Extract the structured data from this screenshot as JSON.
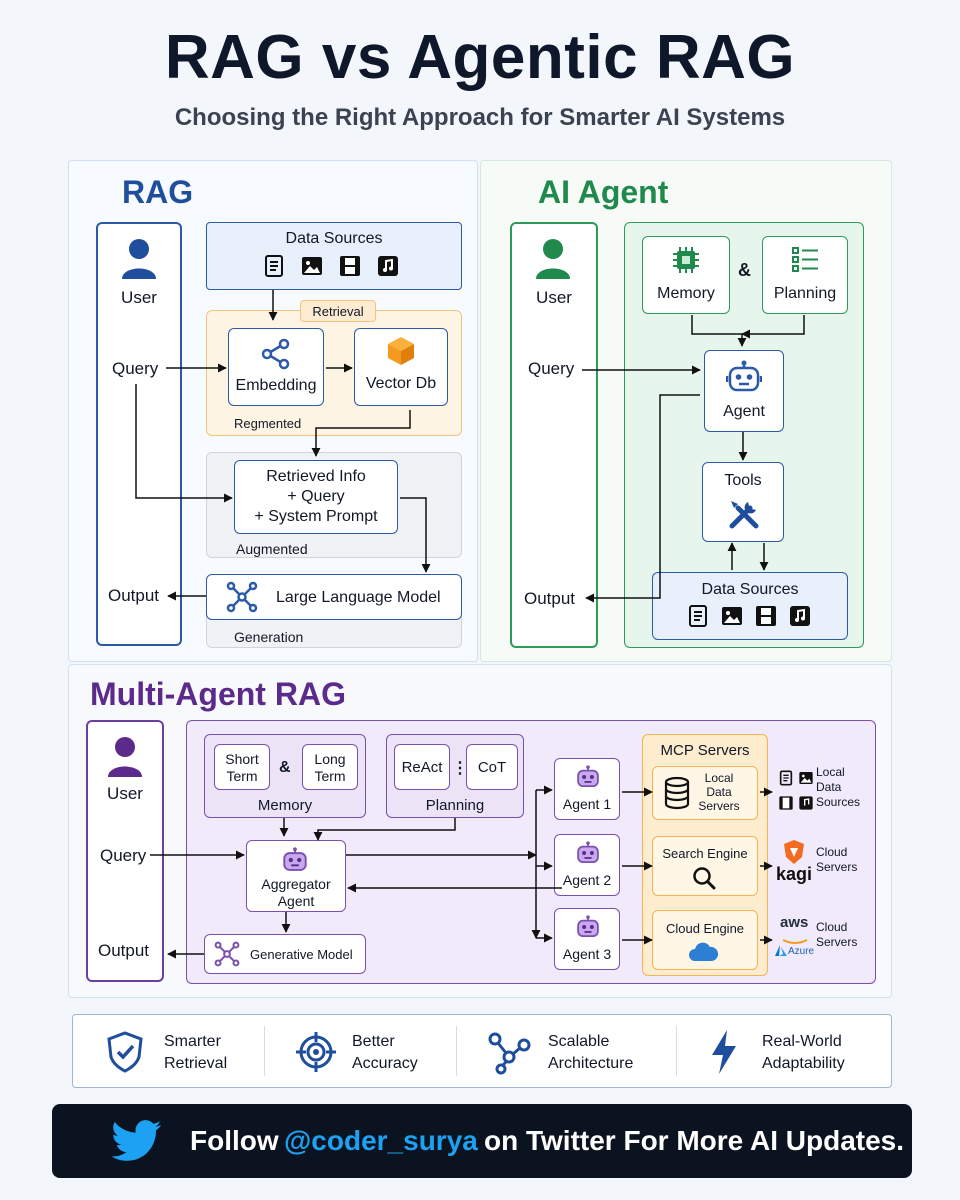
{
  "header": {
    "title": "RAG vs Agentic RAG",
    "subtitle": "Choosing the Right Approach for Smarter AI Systems"
  },
  "rag": {
    "title": "RAG",
    "user": "User",
    "query": "Query",
    "output": "Output",
    "data_sources": "Data Sources",
    "retrieval": "Retrieval",
    "embedding": "Embedding",
    "vector_db": "Vector Db",
    "regmented": "Regmented",
    "retrieved_info": "Retrieved Info",
    "plus_query": "+ Query",
    "plus_system_prompt": "+ System Prompt",
    "augmented": "Augmented",
    "llm": "Large Language Model",
    "generation": "Generation"
  },
  "agent": {
    "title": "AI Agent",
    "user": "User",
    "query": "Query",
    "output": "Output",
    "memory": "Memory",
    "amp": "&",
    "planning": "Planning",
    "agent": "Agent",
    "tools": "Tools",
    "data_sources": "Data Sources"
  },
  "multi": {
    "title": "Multi-Agent RAG",
    "user": "User",
    "query": "Query",
    "output": "Output",
    "short_term_1": "Short",
    "short_term_2": "Term",
    "amp": "&",
    "long_term_1": "Long",
    "long_term_2": "Term",
    "memory": "Memory",
    "react": "ReAct",
    "colon": "⋮",
    "cot": "CoT",
    "planning": "Planning",
    "aggregator_1": "Aggregator",
    "aggregator_2": "Agent",
    "generative_model": "Generative Model",
    "agent1": "Agent 1",
    "agent2": "Agent 2",
    "agent3": "Agent 3",
    "mcp_servers": "MCP Servers",
    "local_1": "Local",
    "local_2": "Data",
    "local_3": "Servers",
    "search_engine": "Search Engine",
    "cloud_engine": "Cloud Engine",
    "ext_local_1": "Local",
    "ext_local_2": "Data",
    "ext_local_3": "Sources",
    "ext_cloud_1": "Cloud",
    "ext_cloud_2": "Servers",
    "ext_cloud2_1": "Cloud",
    "ext_cloud2_2": "Servers",
    "kagi": "kagi",
    "aws": "aws",
    "azure": "Azure"
  },
  "benefits": [
    {
      "line1": "Smarter",
      "line2": "Retrieval",
      "icon": "shield-check-icon"
    },
    {
      "line1": "Better",
      "line2": "Accuracy",
      "icon": "target-icon"
    },
    {
      "line1": "Scalable",
      "line2": "Architecture",
      "icon": "nodes-icon"
    },
    {
      "line1": "Real-World",
      "line2": "Adaptability",
      "icon": "lightning-icon"
    }
  ],
  "footer": {
    "follow": "Follow",
    "handle": "@coder_surya",
    "rest": "on Twitter For More AI Updates."
  },
  "colors": {
    "rag": "#1f4f9c",
    "agent": "#1f8a4c",
    "multi": "#5b2a8a",
    "orange": "#f5a623",
    "twitter": "#1da1f2"
  }
}
